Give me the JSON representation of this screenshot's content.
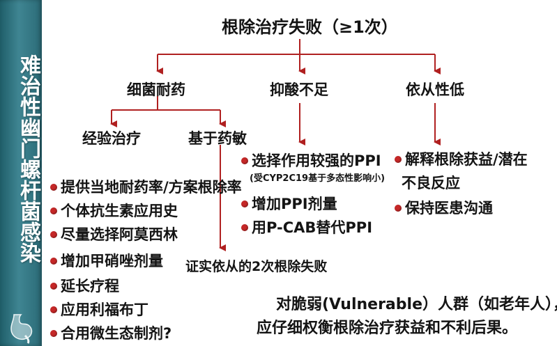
{
  "side_title": "难治性幽门螺杆菌感染",
  "root": "根除治疗失败（≥1次）",
  "branches": {
    "resistance": "细菌耐药",
    "acid": "抑酸不足",
    "compliance": "依从性低"
  },
  "sub_branches": {
    "empirical": "经验治疗",
    "susceptibility": "基于药敏"
  },
  "empirical_items": [
    "提供当地耐药率/方案根除率",
    "个体抗生素应用史",
    "尽量选择阿莫西林",
    "增加甲硝唑剂量",
    "延长疗程",
    "应用利福布丁",
    "合用微生态制剂?"
  ],
  "susceptibility_note": "证实依从的2次根除失败",
  "acid_items": {
    "item1": "选择作用较强的PPI",
    "item1_note": "(受CYP2C19基于多态性影响小)",
    "item2": "增加PPI剂量",
    "item3": "用P-CAB替代PPI"
  },
  "compliance_items": {
    "item1_line1": "解释根除获益/潜在",
    "item1_line2": "不良反应",
    "item2": "保持医患沟通"
  },
  "footer": {
    "line1": "对脆弱(Vulnerable）人群（如老年人），",
    "line2": "应仔细权衡根除治疗获益和不利后果。"
  },
  "colors": {
    "arrow": "#b02020",
    "bullet": "#c62828",
    "banner": "#3f8592"
  }
}
